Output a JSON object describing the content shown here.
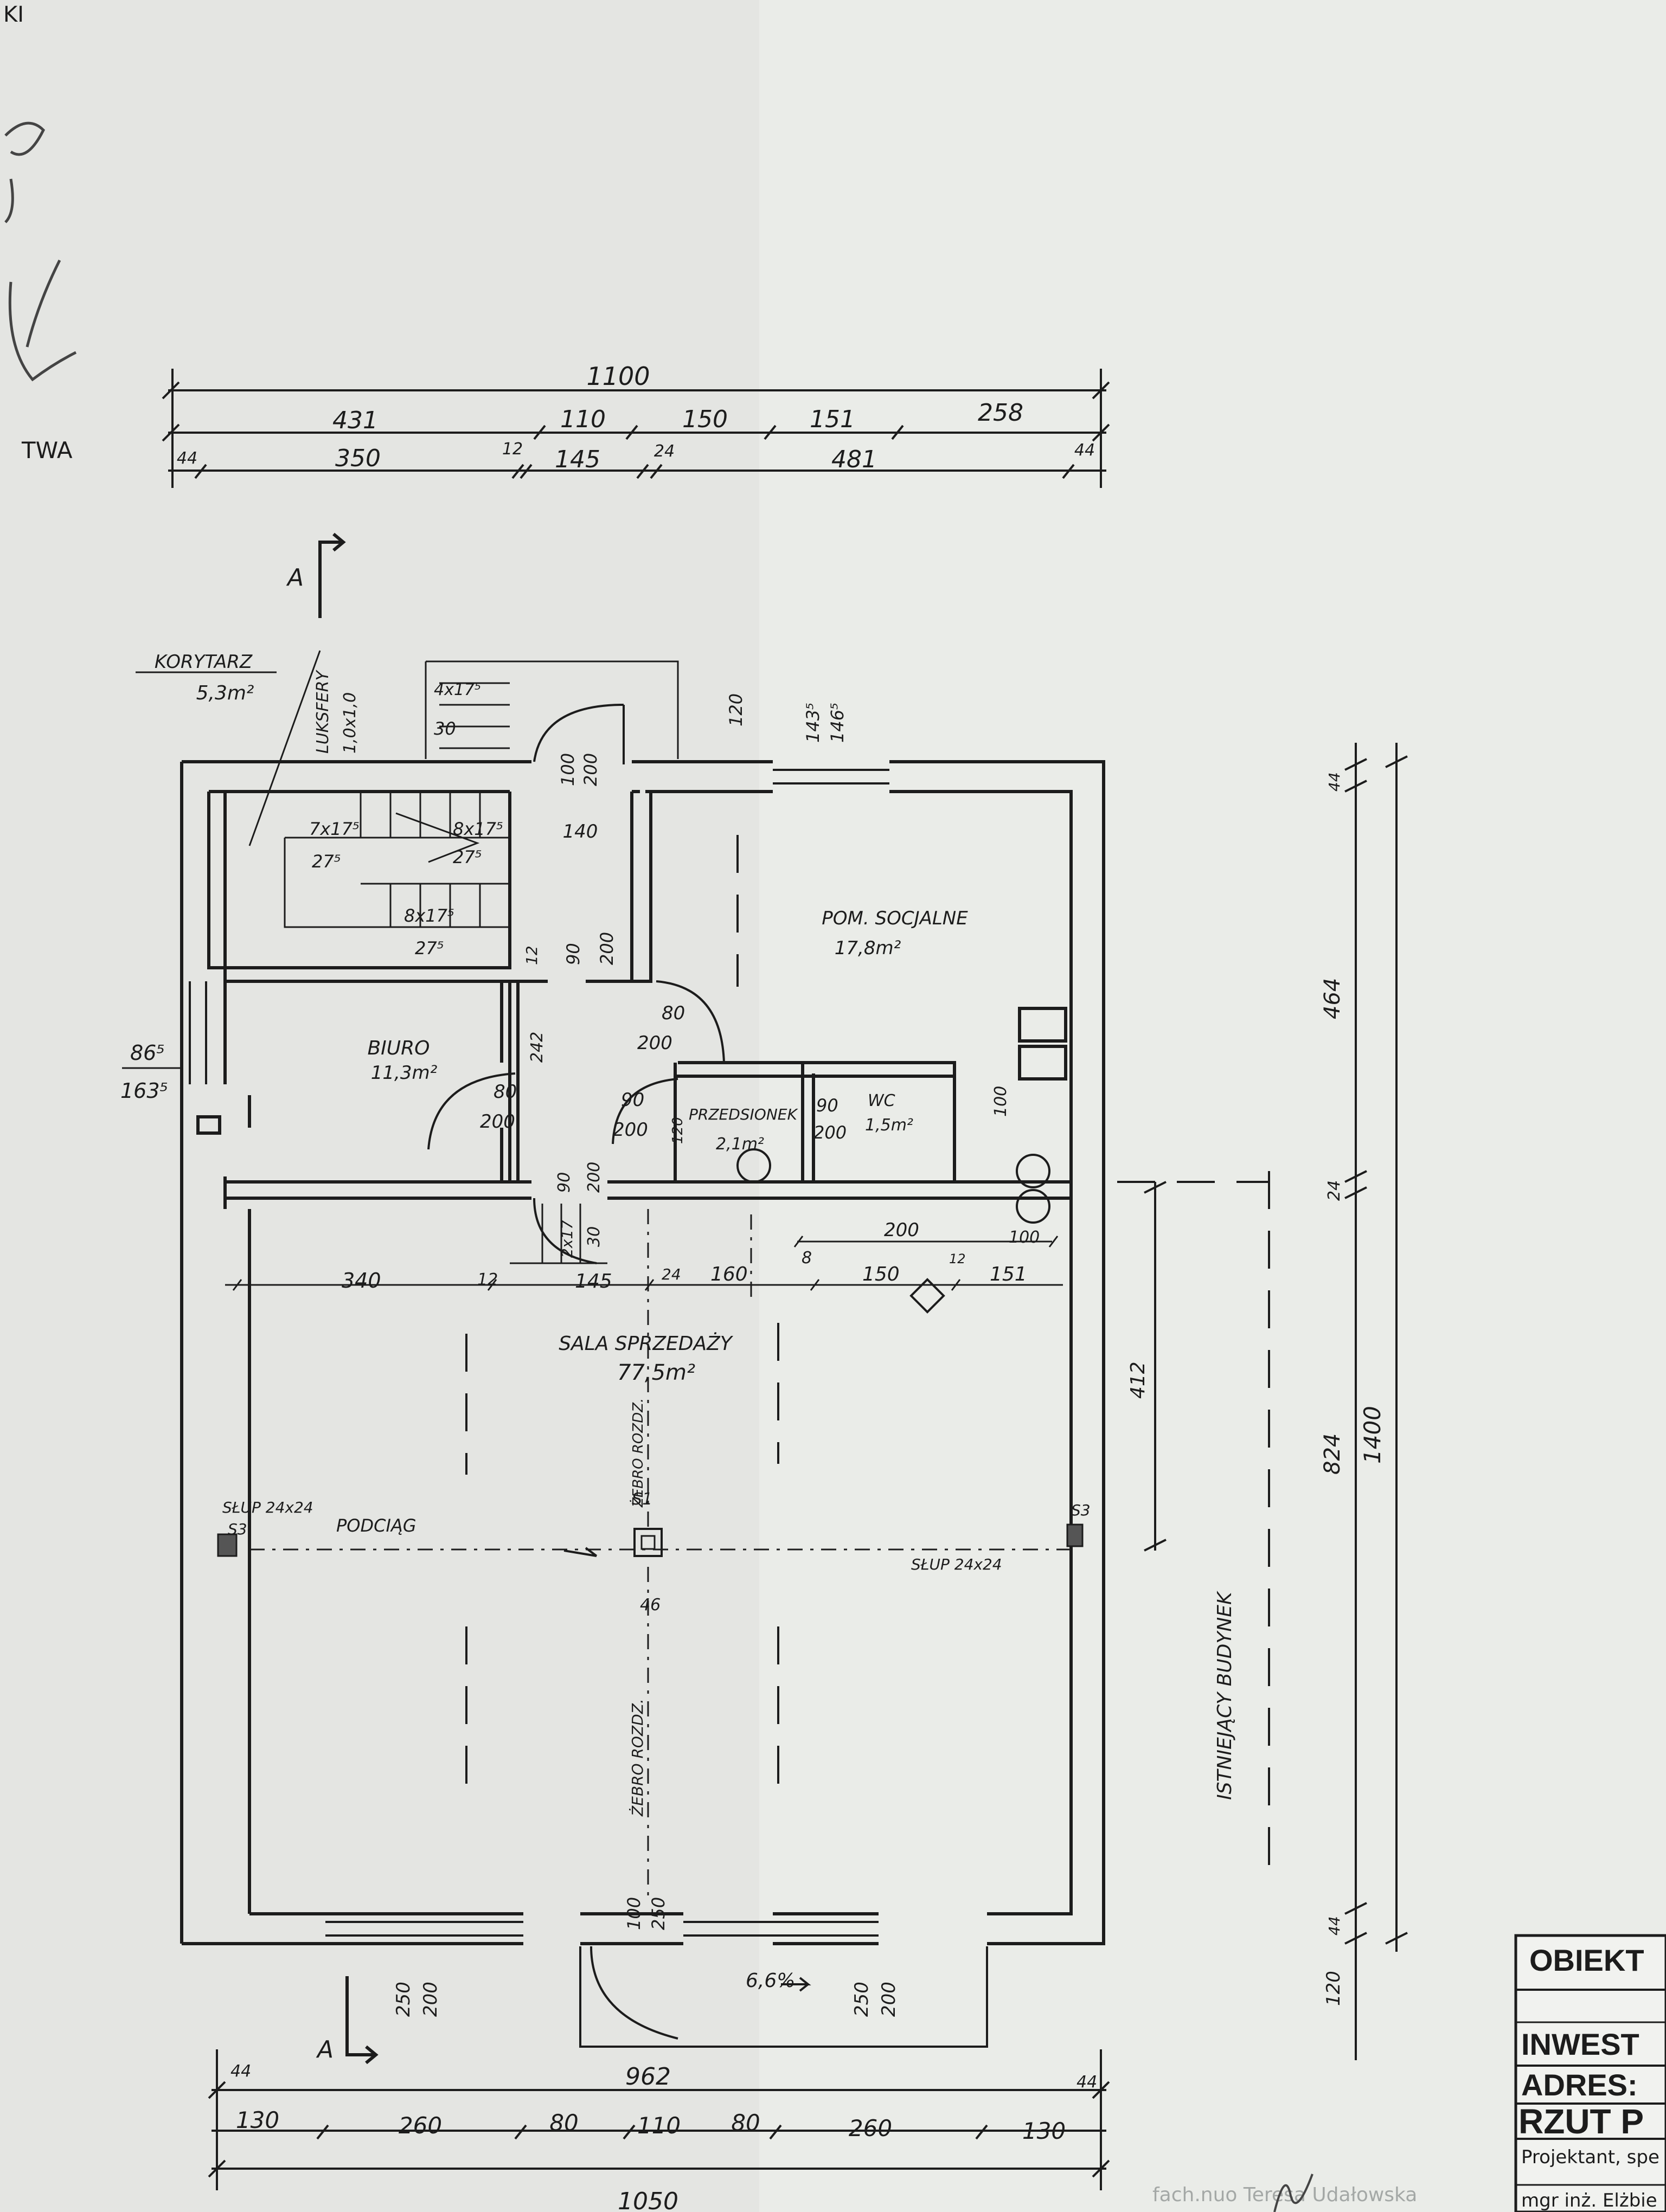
{
  "margin_marks": [
    "KI",
    "TWA"
  ],
  "top_dims": {
    "overall": "1100",
    "row2": [
      "431",
      "110",
      "150",
      "151",
      "258"
    ],
    "row3": [
      "44",
      "350",
      "12",
      "145",
      "24",
      "481",
      "44"
    ]
  },
  "bottom_dims": {
    "wall_marks": [
      "44",
      "44"
    ],
    "overall_inner": "962",
    "row2": [
      "130",
      "260",
      "80",
      "110",
      "80",
      "260",
      "130"
    ],
    "overall": "1050"
  },
  "right_dims": {
    "overall": "1400",
    "segments": [
      "44",
      "464",
      "24",
      "824",
      "44",
      "120"
    ],
    "existing_building": "412"
  },
  "section_mark": "A",
  "rooms": {
    "korytarz": {
      "name": "KORYTARZ",
      "area": "5,3m²"
    },
    "luksfery": {
      "name": "LUKSFERY",
      "size": "1,0x1,0"
    },
    "pom_socjalne": {
      "name": "POM. SOCJALNE",
      "area": "17,8m²"
    },
    "biuro": {
      "name": "BIURO",
      "area": "11,3m²"
    },
    "przedsionek": {
      "name": "PRZEDSIONEK",
      "area": "2,1m²"
    },
    "wc": {
      "name": "WC",
      "area": "1,5m²"
    },
    "sala": {
      "name": "SALA SPRZEDAŻY",
      "area": "77,5m²"
    }
  },
  "stairs": {
    "ext": [
      "4x17⁵",
      "30"
    ],
    "flight1": [
      "7x17⁵",
      "27⁵"
    ],
    "flight2": [
      "8x17⁵",
      "27⁵"
    ],
    "flight3": [
      "8x17⁵",
      "27⁵"
    ]
  },
  "openings": {
    "door_top": [
      "100",
      "200"
    ],
    "window_top": [
      "120",
      "143⁵",
      "146⁵"
    ],
    "door_stair": [
      "90",
      "200"
    ],
    "dim_140": "140",
    "dim_12": "12",
    "door_soc": [
      "80",
      "200"
    ],
    "door_biuro": [
      "80",
      "200"
    ],
    "dim_242": "242",
    "door_prz": [
      "90",
      "200"
    ],
    "door_wc": [
      "90",
      "200"
    ],
    "dim_120": "120",
    "dim_100": "100",
    "door_corr": [
      "90",
      "200"
    ],
    "stair_low": [
      "2x17",
      "30"
    ],
    "window_left": [
      "86⁵",
      "163⁵"
    ],
    "window_bl": [
      "250",
      "200"
    ],
    "door_bottom": [
      "100",
      "250"
    ],
    "window_br": [
      "250",
      "200"
    ],
    "slope": "6,6%"
  },
  "interior_dims": {
    "row_a": [
      "200",
      "100",
      "8",
      "12"
    ],
    "row_b": [
      "340",
      "12",
      "145",
      "24",
      "160",
      "150",
      "151"
    ]
  },
  "structure": {
    "beam": "PODCIĄG",
    "rib_top": "ŻEBRO ROZDZ.",
    "rib_bottom": "ŻEBRO ROZDZ.",
    "s1": "S1",
    "s2": "S3",
    "s3": "S3",
    "col_left": "SŁUP 24x24",
    "col_right": "SŁUP 24x24",
    "dim_46": "46",
    "existing": "ISTNIEJĄCY BUDYNEK"
  },
  "title_block": {
    "obiekt": "OBIEKT",
    "inwest": "INWEST",
    "adres": "ADRES:",
    "rzut": "RZUT P",
    "projektant": "Projektant, spe",
    "mgr": "mgr inż. Elżbie"
  },
  "footer_text": "fach.nuo Teresa Udałowska"
}
